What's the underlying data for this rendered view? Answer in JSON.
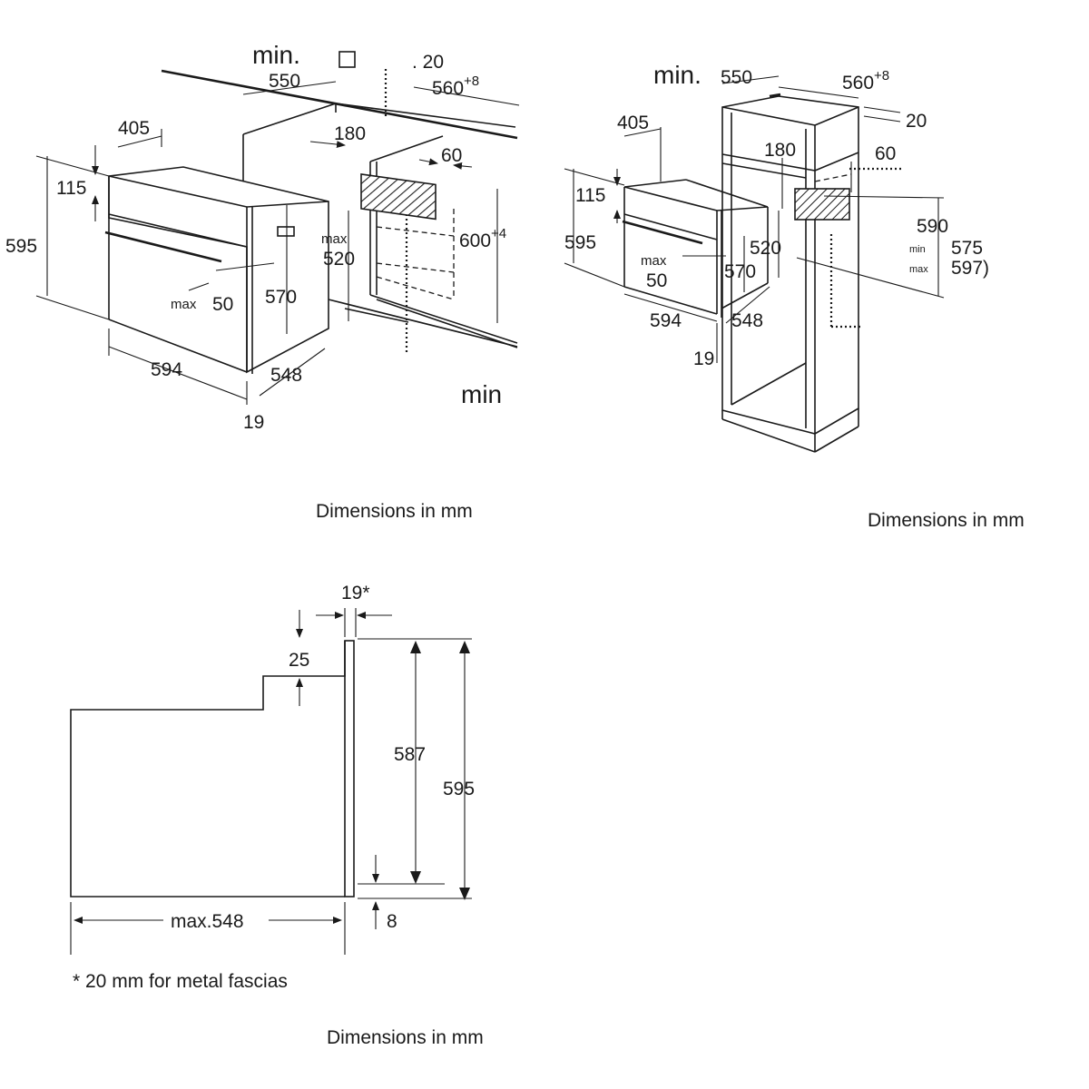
{
  "panel_a": {
    "labels": {
      "min": "min.",
      "d550": "550",
      "d20": ". 20",
      "d560": "560",
      "d560_sup": "+8",
      "d405": "405",
      "d180": "180",
      "d60": "60",
      "d115": "115",
      "d595": "595",
      "max1": "max",
      "d520": "520",
      "d600": "600",
      "d600_sup": "+4",
      "d570": "570",
      "max2": "max",
      "d50": "50",
      "d594": "594",
      "d548": "548",
      "d19": "19",
      "min_bottom": "min"
    },
    "caption": "Dimensions in mm"
  },
  "panel_b": {
    "labels": {
      "min": "min.",
      "d550": "550",
      "d560": "560",
      "d560_sup": "+8",
      "d20": "20",
      "d405": "405",
      "d180": "180",
      "d60": "60",
      "d115": "115",
      "d595": "595",
      "d590": "590",
      "min_small": "min",
      "max_small": "max",
      "d575": "575",
      "d597": "597)",
      "max": "max",
      "d50": "50",
      "d520": "520",
      "d570": "570",
      "d594": "594",
      "d548": "548",
      "d19": "19"
    },
    "caption": "Dimensions in mm"
  },
  "panel_c": {
    "labels": {
      "d19": "19*",
      "d25": "25",
      "d587": "587",
      "d595": "595",
      "d548": "max.548",
      "d8": "8"
    },
    "footnote": "* 20 mm for metal fascias",
    "caption": "Dimensions in mm"
  }
}
